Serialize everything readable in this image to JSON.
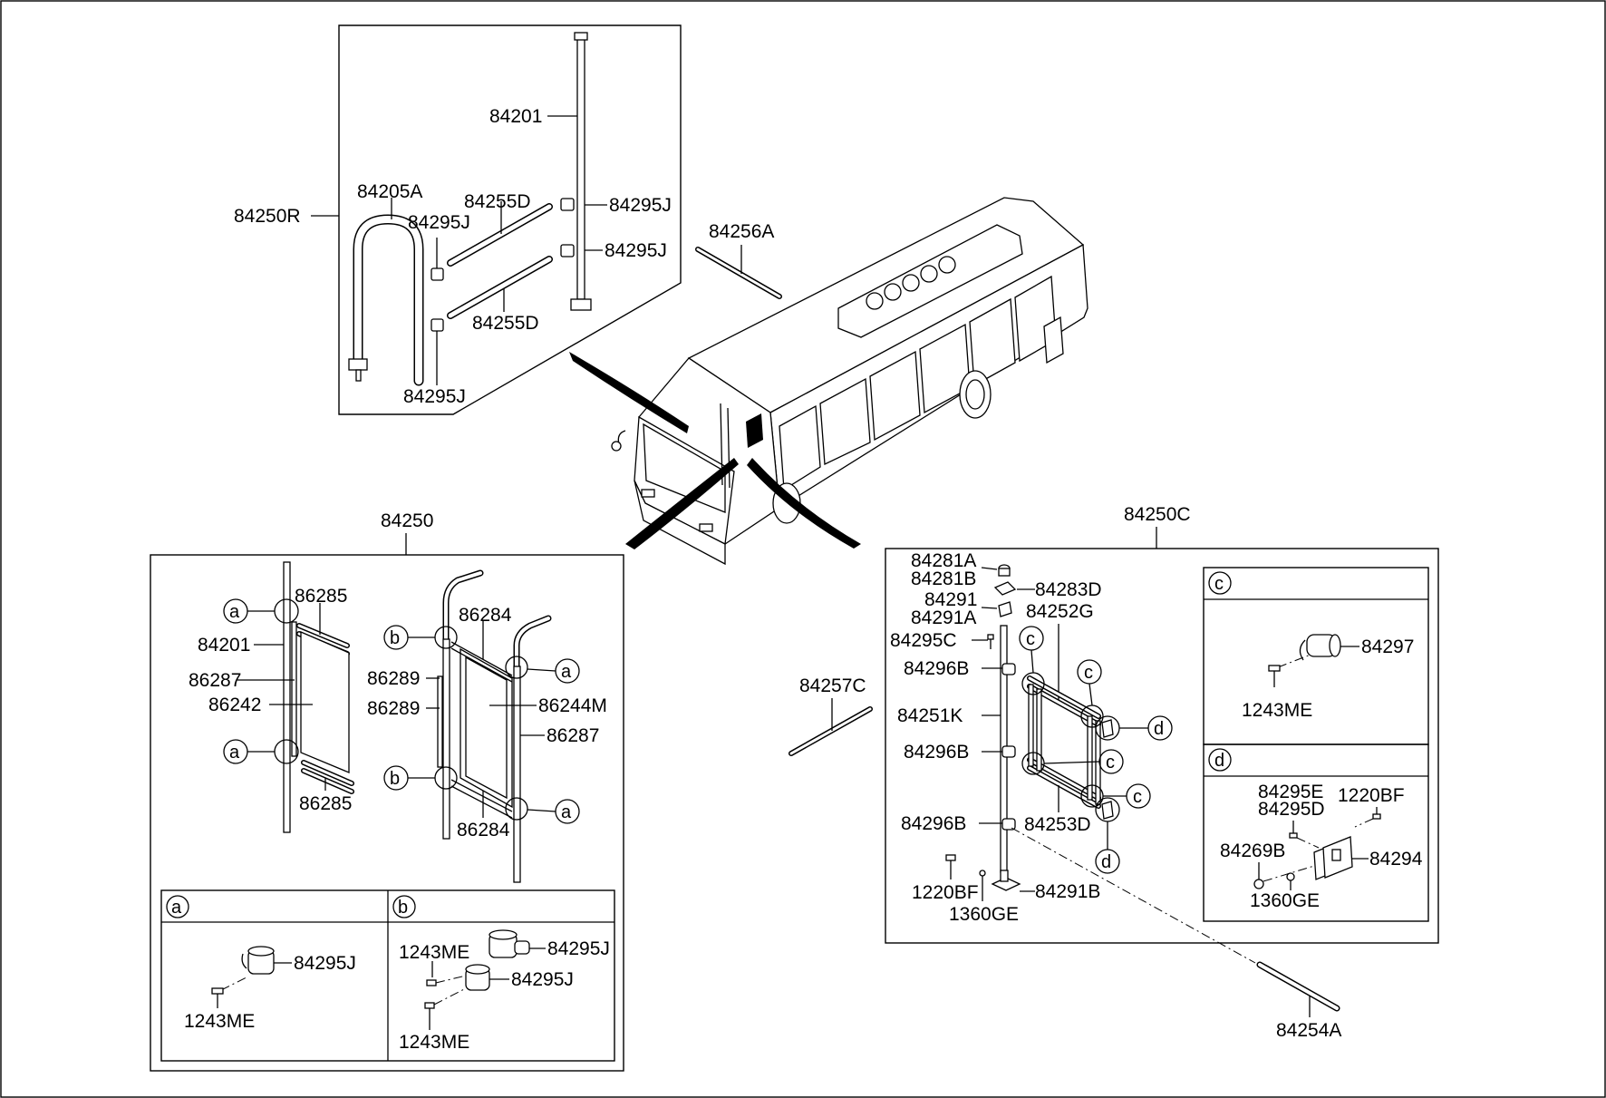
{
  "groups": {
    "top_box": "84250R",
    "left_box": "84250",
    "right_box": "84250C"
  },
  "top_box_labels": {
    "rod_main": "84201",
    "hoop": "84205A",
    "bar_upper": "84255D",
    "bar_lower": "84255D",
    "clamp_left_upper": "84295J",
    "clamp_left_lower": "84295J",
    "clamp_right_upper": "84295J",
    "clamp_right_lower": "84295J"
  },
  "loose_labels": {
    "rod_upper": "84256A",
    "rod_middle": "84257C",
    "rod_lower": "84254A"
  },
  "left_box_labels": {
    "pole_left": "84201",
    "bar_top_left": "86285",
    "bar_bottom_left": "86285",
    "frame_left": "86287",
    "glass_left": "86242",
    "bar_top_right": "86284",
    "bar_bottom_right": "86284",
    "post_upper": "86289",
    "post_lower": "86289",
    "glass_right": "86244M",
    "frame_right": "86287"
  },
  "detail_a": {
    "letter": "a",
    "clamp": "84295J",
    "screw": "1243ME"
  },
  "detail_b": {
    "letter": "b",
    "screw_upper": "1243ME",
    "clamp_upper": "84295J",
    "clamp_lower": "84295J",
    "screw_lower": "1243ME"
  },
  "right_box_labels": {
    "cap_a": "84281A",
    "cap_b": "84281B",
    "plate": "84283D",
    "bracket": "84291",
    "bracket_a": "84291A",
    "frame_top": "84252G",
    "screw_c": "84295C",
    "mount_upper": "84296B",
    "pole": "84251K",
    "mount_middle": "84296B",
    "mount_lower": "84296B",
    "frame_bottom": "84253D",
    "bolt": "1220BF",
    "washer": "1360GE",
    "base": "84291B"
  },
  "detail_c": {
    "letter": "c",
    "clamp": "84297",
    "screw": "1243ME"
  },
  "detail_d": {
    "letter": "d",
    "screw_e": "84295E",
    "screw_d": "84295D",
    "bolt": "1220BF",
    "nut": "84269B",
    "bracket": "84294",
    "washer": "1360GE"
  },
  "callout_letters": {
    "a": "a",
    "b": "b",
    "c": "c",
    "d": "d"
  }
}
